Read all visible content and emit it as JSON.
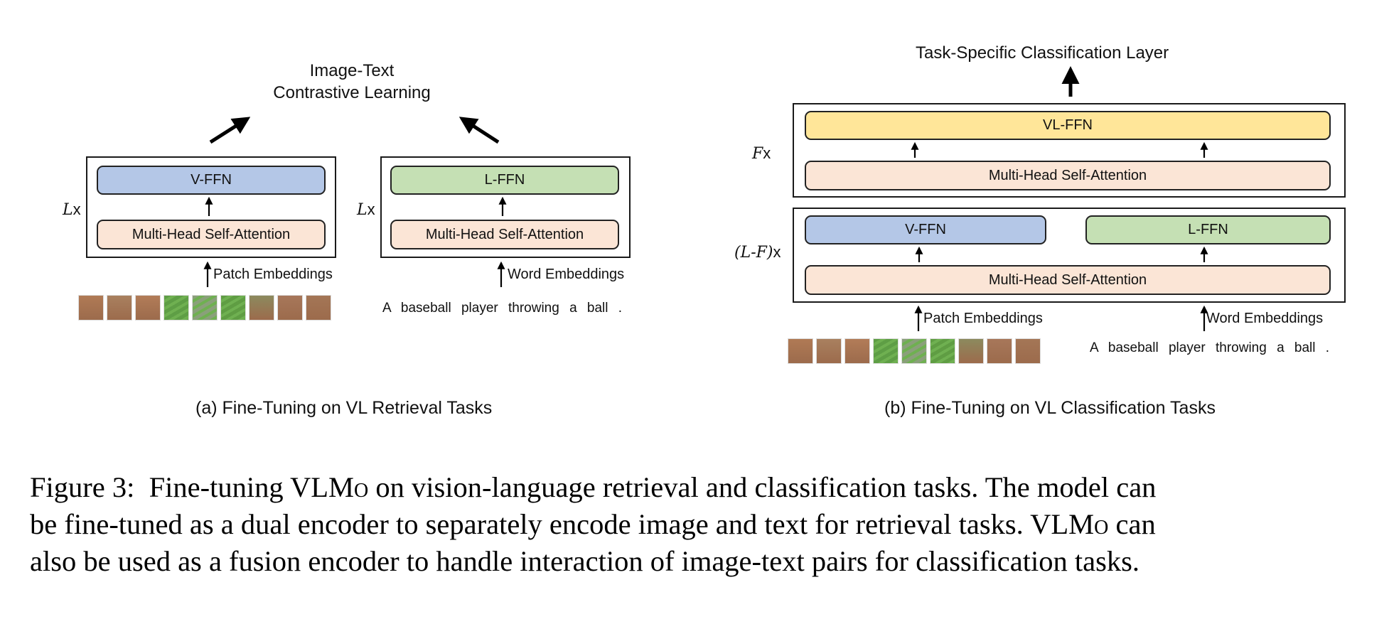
{
  "panel_a": {
    "objective": [
      "Image-Text",
      "Contrastive Learning"
    ],
    "vision_tower": {
      "multiplier_var": "L",
      "multiplier_suffix": "x",
      "ffn_label": "V-FFN",
      "attention_label": "Multi-Head Self-Attention",
      "input_label": "Patch Embeddings"
    },
    "language_tower": {
      "multiplier_var": "L",
      "multiplier_suffix": "x",
      "ffn_label": "L-FFN",
      "attention_label": "Multi-Head Self-Attention",
      "input_label": "Word Embeddings",
      "input_sentence": "A baseball player throwing a ball ."
    },
    "subcaption": "(a) Fine-Tuning on VL Retrieval Tasks"
  },
  "panel_b": {
    "output_label": "Task-Specific Classification Layer",
    "fusion_block": {
      "multiplier_var": "F",
      "multiplier_suffix": "x",
      "ffn_label": "VL-FFN",
      "attention_label": "Multi-Head Self-Attention"
    },
    "modality_block": {
      "multiplier_var": "(L-F)",
      "multiplier_suffix": "x",
      "vision_ffn_label": "V-FFN",
      "language_ffn_label": "L-FFN",
      "attention_label": "Multi-Head Self-Attention"
    },
    "patch_input_label": "Patch Embeddings",
    "word_input_label": "Word Embeddings",
    "input_sentence": "A baseball player throwing a ball .",
    "subcaption": "(b) Fine-Tuning on VL Classification Tasks"
  },
  "image_patches": {
    "count": 9,
    "description": "baseball pitcher photo split into patches",
    "colors": [
      "#b07a55",
      "#a9805f",
      "#b27c58",
      "#5e9e45",
      "#8aa07a",
      "#5f9d43",
      "#8c8a5e",
      "#a7775a",
      "#a47656"
    ]
  },
  "colors": {
    "v_ffn": "#b4c7e7",
    "l_ffn": "#c5e0b4",
    "vl_ffn": "#ffe699",
    "attention": "#fbe5d6"
  },
  "caption": {
    "prefix": "Figure 3:",
    "model_name_main": "VLM",
    "model_name_sc": "o",
    "line1_rest": "on vision-language retrieval and classification tasks. The model can",
    "line2_a": "be fine-tuned as a dual encoder to separately encode image and text for retrieval tasks.",
    "line2_rest": "can",
    "line3": "also be used as a fusion encoder to handle interaction of image-text pairs for classification tasks.",
    "verb_fine_tuning": "Fine-tuning"
  }
}
